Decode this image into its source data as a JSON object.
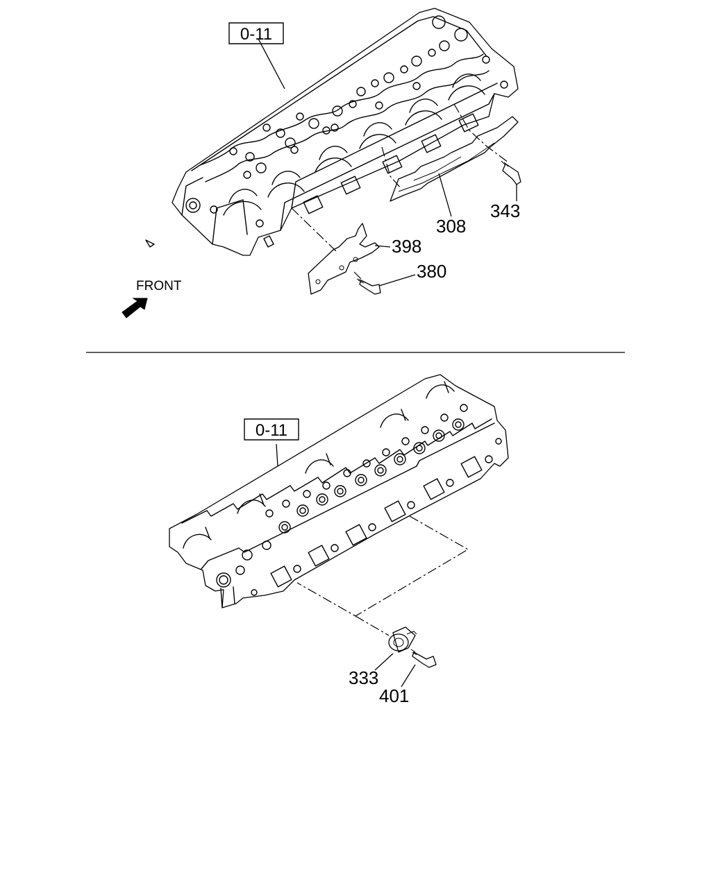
{
  "upper_view": {
    "reference_box": "0-11",
    "callouts": [
      "343",
      "308",
      "398",
      "380"
    ],
    "front_label": "FRONT"
  },
  "lower_view": {
    "reference_box": "0-11",
    "callouts": [
      "333",
      "401"
    ]
  },
  "colors": {
    "line": "#000000",
    "background": "#ffffff"
  }
}
